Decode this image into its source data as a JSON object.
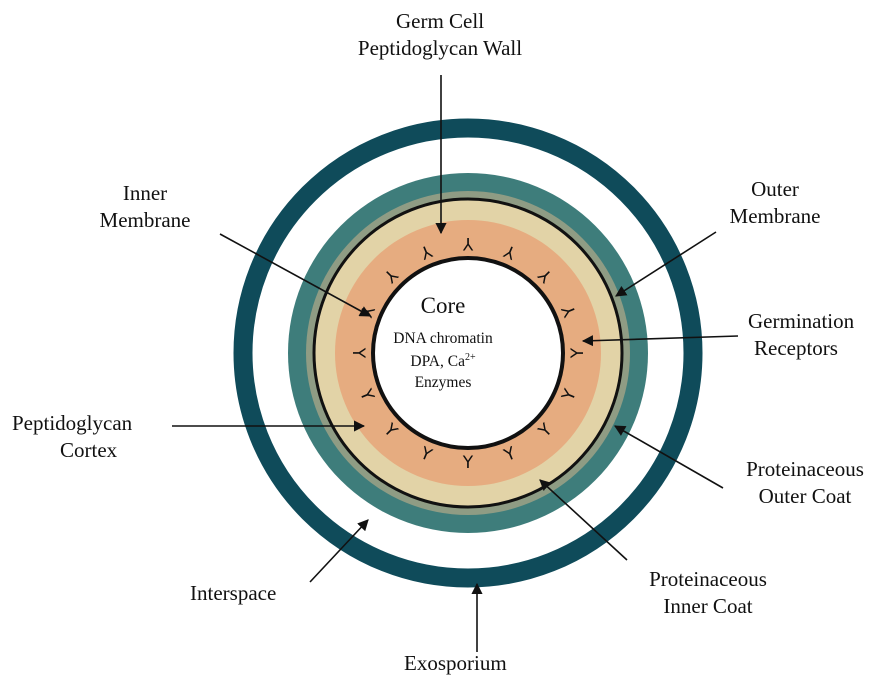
{
  "core": {
    "title": "Core",
    "line1": "DNA chromatin",
    "line2_base": "DPA, Ca",
    "line2_sup": "2+",
    "line3": "Enzymes"
  },
  "labels": {
    "germ_cell_wall": [
      "Germ Cell",
      "Peptidoglycan Wall"
    ],
    "inner_membrane": [
      "Inner",
      "Membrane"
    ],
    "outer_membrane": [
      "Outer",
      "Membrane"
    ],
    "germination_receptors": [
      "Germination",
      "Receptors"
    ],
    "peptidoglycan_cortex": [
      "Peptidoglycan",
      "Cortex"
    ],
    "outer_coat": [
      "Proteinaceous",
      "Outer Coat"
    ],
    "inner_coat": [
      "Proteinaceous",
      "Inner Coat"
    ],
    "interspace": "Interspace",
    "exosporium": "Exosporium"
  },
  "receptor_glyph": "Y",
  "colors": {
    "exosporium": "#0f4b5a",
    "outer_coat": "#3e7d7b",
    "outer_membrane_band": "#8f9c84",
    "cortex": "#e2d3a7",
    "inner_coat": "#e6ac80",
    "membrane_line": "#111111",
    "core": "#ffffff"
  }
}
